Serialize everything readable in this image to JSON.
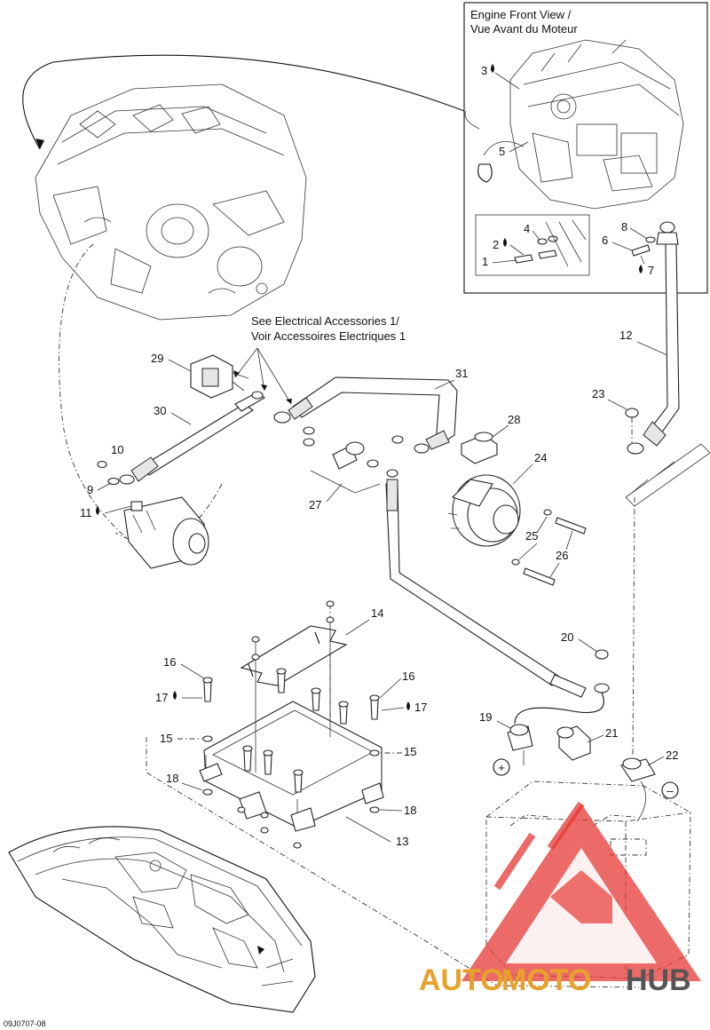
{
  "diagram": {
    "inset_title_line1": "Engine Front View /",
    "inset_title_line2": "Vue Avant du Moteur",
    "note_line1": "See Electrical Accessories 1/",
    "note_line2": "Voir Accessoires Electriques 1",
    "plus_symbol": "+",
    "minus_symbol": "–",
    "callouts": {
      "c1": "1",
      "c2": "2",
      "c3": "3",
      "c4": "4",
      "c5": "5",
      "c6": "6",
      "c7": "7",
      "c8": "8",
      "c9": "9",
      "c10": "10",
      "c11": "11",
      "c12": "12",
      "c13": "13",
      "c14": "14",
      "c15a": "15",
      "c15b": "15",
      "c16a": "16",
      "c16b": "16",
      "c17a": "17",
      "c17b": "17",
      "c18a": "18",
      "c18b": "18",
      "c19": "19",
      "c20": "20",
      "c21": "21",
      "c22": "22",
      "c23": "23",
      "c24": "24",
      "c25": "25",
      "c26": "26",
      "c27": "27",
      "c28": "28",
      "c29": "29",
      "c30": "30",
      "c31": "31"
    },
    "footer_code": "09J0707-08",
    "watermark": {
      "part1": "AUTO",
      "part2": "MOTO",
      "part3": "HUB",
      "color_accent": "#e7a22c",
      "color_red": "#e53935",
      "color_gray": "#555555"
    }
  }
}
